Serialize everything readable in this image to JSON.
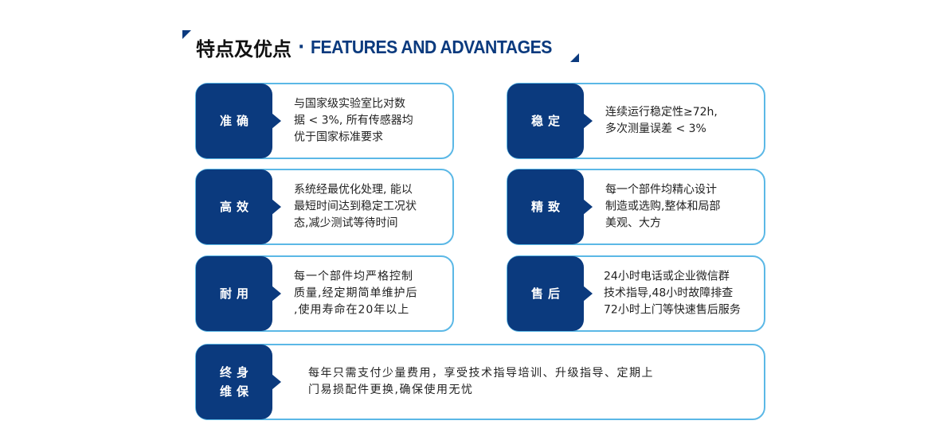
{
  "header": {
    "title_cn": "特点及优点",
    "separator": "·",
    "title_en": "FEATURES AND ADVANTAGES"
  },
  "features": [
    {
      "tag": "准确",
      "lines": [
        "与国家级实验室比对数",
        "据 < 3%, 所有传感器均",
        "优于国家标准要求"
      ]
    },
    {
      "tag": "稳定",
      "lines": [
        "连续运行稳定性≥72h,",
        "多次测量误差 < 3%"
      ]
    },
    {
      "tag": "高效",
      "lines": [
        "系统经最优化处理, 能以",
        "最短时间达到稳定工况状",
        "态,减少测试等待时间"
      ]
    },
    {
      "tag": "精致",
      "lines": [
        "每一个部件均精心设计",
        "制造或选购,整体和局部",
        "美观、大方"
      ]
    },
    {
      "tag": "耐用",
      "lines": [
        "每一个部件均严格控制",
        "质量,经定期简单维护后",
        ",使用寿命在20年以上"
      ]
    },
    {
      "tag": "售后",
      "lines": [
        "24小时电话或企业微信群",
        "技术指导,48小时故障排查",
        "72小时上门等快速售后服务"
      ]
    },
    {
      "tag_lines": [
        "终身",
        "维保"
      ],
      "lines": [
        "每年只需支付少量费用，享受技术指导培训、升级指导、定期上",
        "门易损配件更换,确保使用无忧"
      ]
    }
  ]
}
